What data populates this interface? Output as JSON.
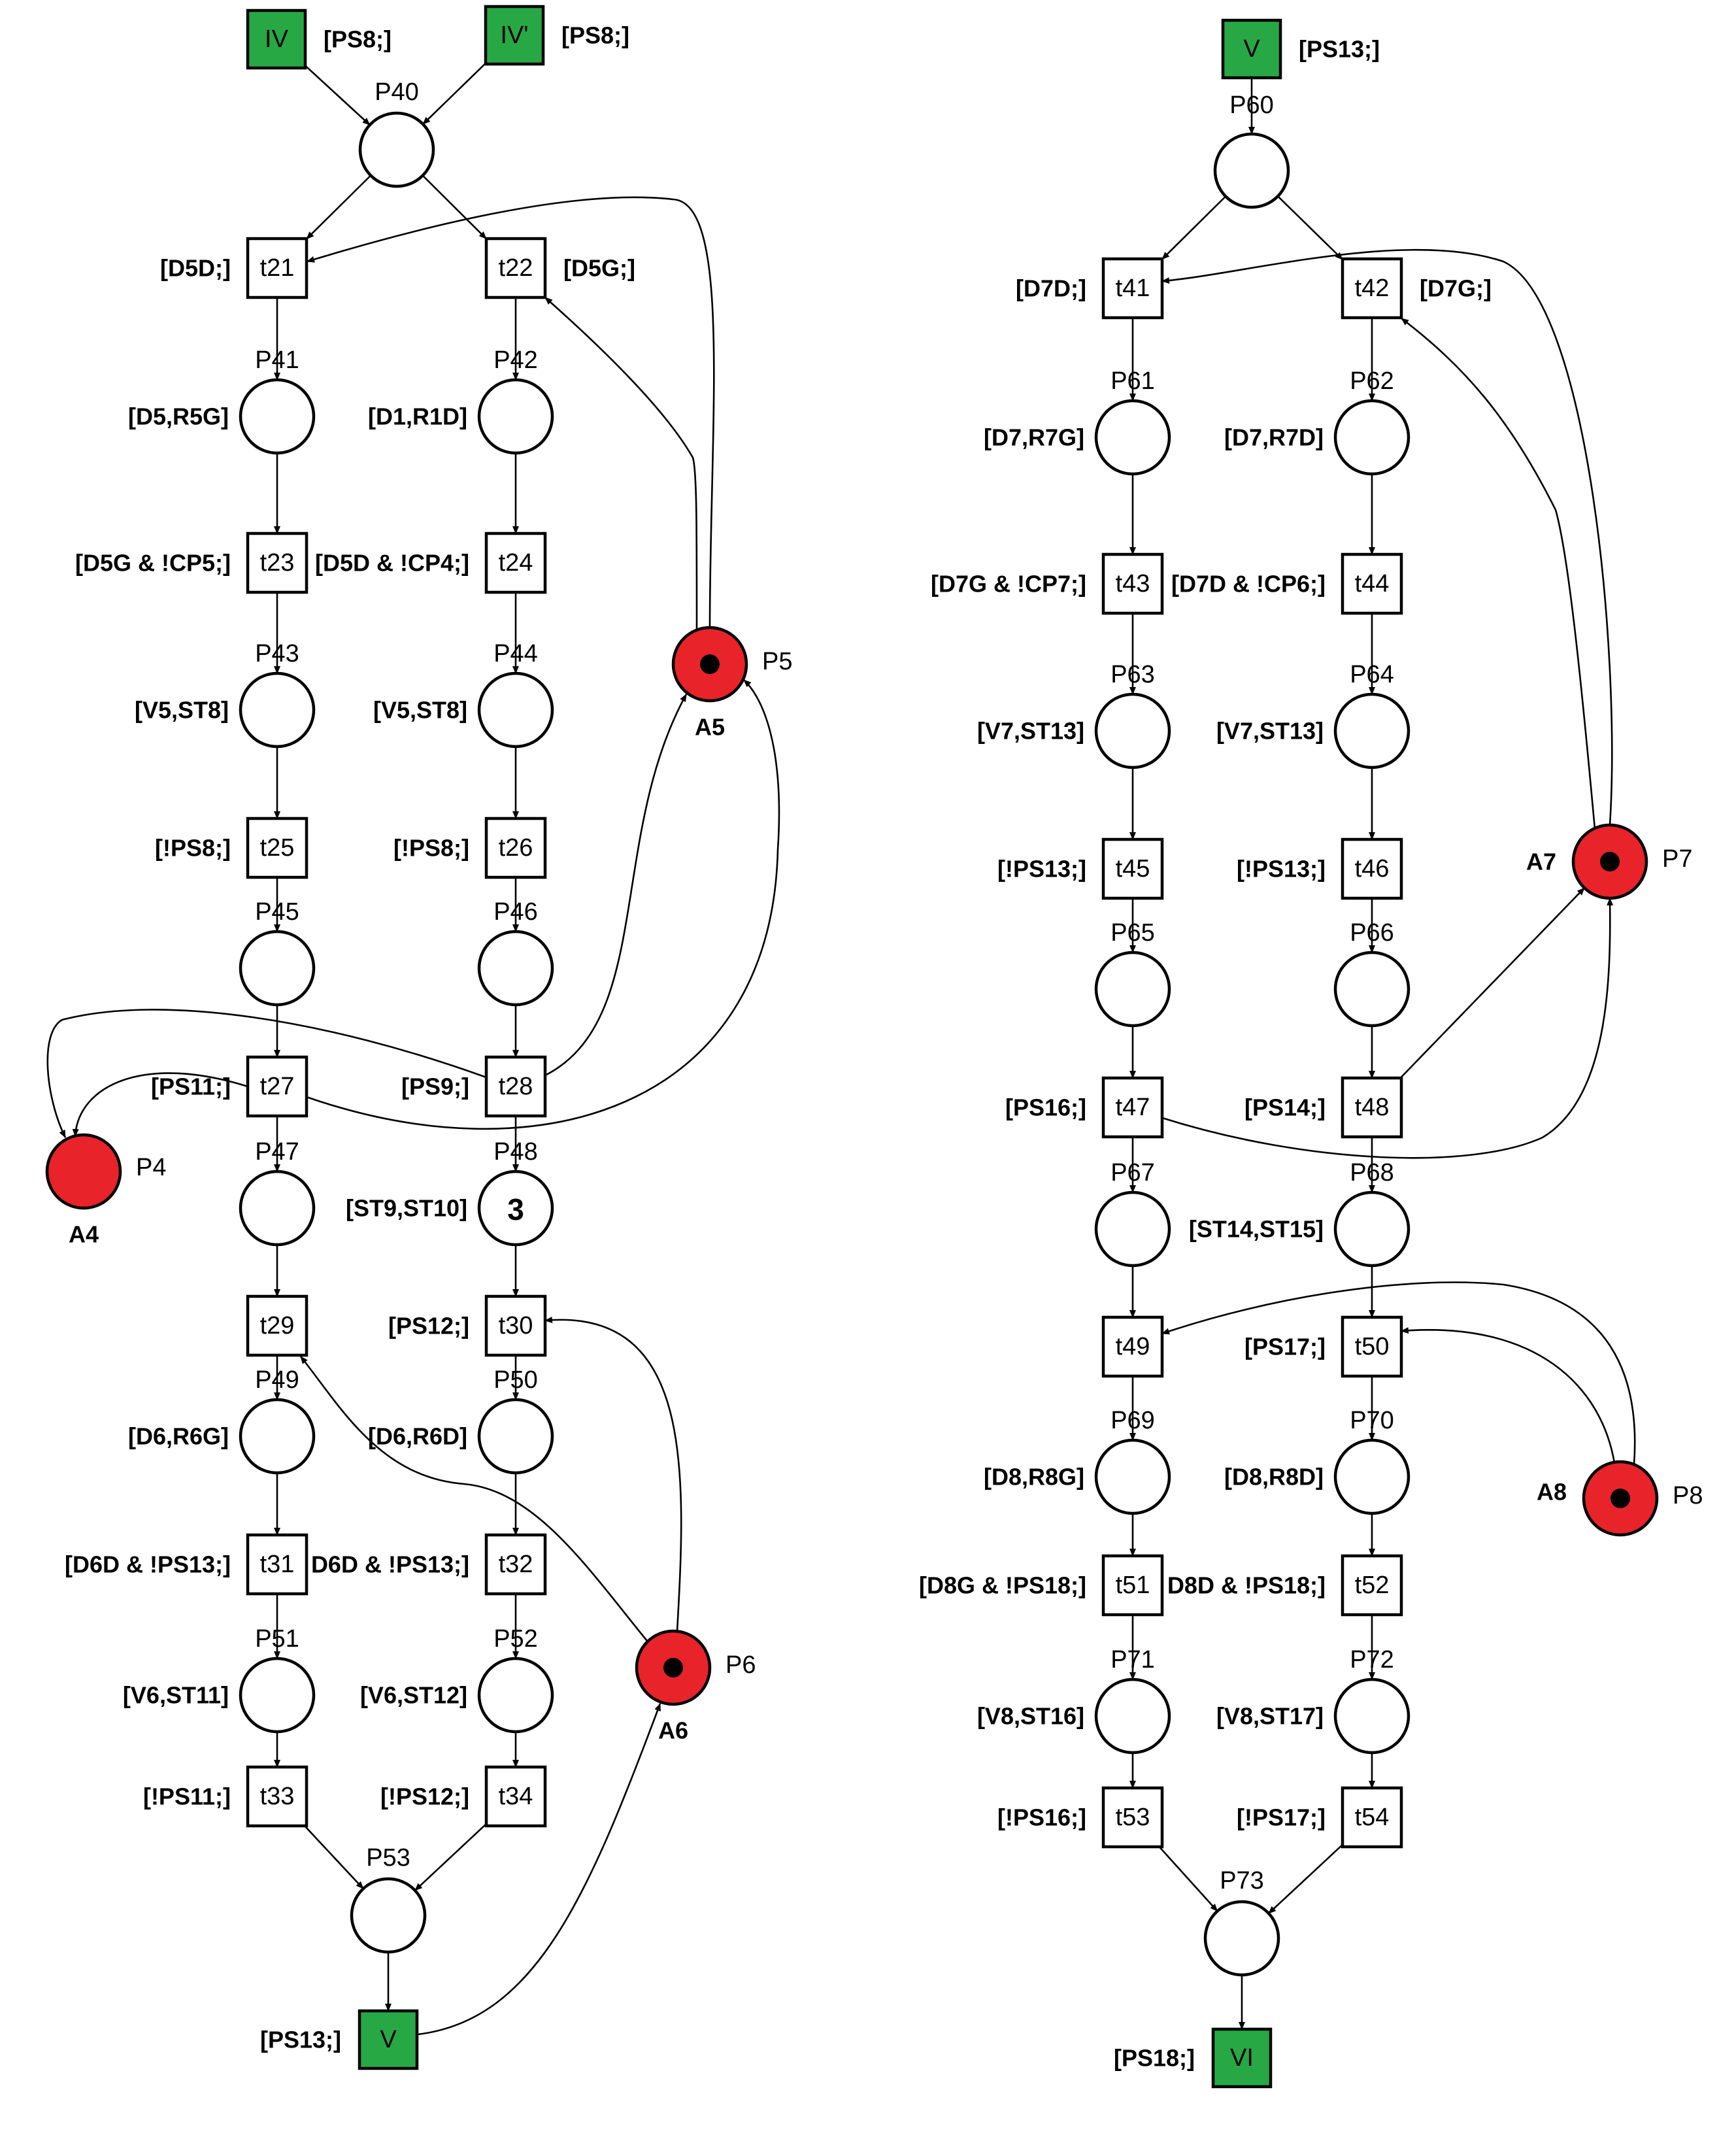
{
  "macro_places": [
    {
      "id": "m_iv",
      "label": "IV",
      "cond": "[PS8;]"
    },
    {
      "id": "m_ivp",
      "label": "IV'",
      "cond": "[PS8;]"
    },
    {
      "id": "m_v1",
      "label": "V",
      "cond": "[PS13;]"
    },
    {
      "id": "m_v2",
      "label": "V",
      "cond": "[PS13;]"
    },
    {
      "id": "m_vi",
      "label": "VI",
      "cond": "[PS18;]"
    }
  ],
  "places": [
    {
      "id": "P40",
      "name": "P40",
      "action": ""
    },
    {
      "id": "P41",
      "name": "P41",
      "action": "[D5,R5G]"
    },
    {
      "id": "P42",
      "name": "P42",
      "action": "[D1,R1D]"
    },
    {
      "id": "P43",
      "name": "P43",
      "action": "[V5,ST8]"
    },
    {
      "id": "P44",
      "name": "P44",
      "action": "[V5,ST8]"
    },
    {
      "id": "P45",
      "name": "P45",
      "action": ""
    },
    {
      "id": "P46",
      "name": "P46",
      "action": ""
    },
    {
      "id": "P47",
      "name": "P47",
      "action": ""
    },
    {
      "id": "P48",
      "name": "P48",
      "action": "[ST9,ST10]",
      "tokens": "3"
    },
    {
      "id": "P49",
      "name": "P49",
      "action": "[D6,R6G]"
    },
    {
      "id": "P50",
      "name": "P50",
      "action": "[D6,R6D]"
    },
    {
      "id": "P51",
      "name": "P51",
      "action": "[V6,ST11]"
    },
    {
      "id": "P52",
      "name": "P52",
      "action": "[V6,ST12]"
    },
    {
      "id": "P53",
      "name": "P53",
      "action": ""
    },
    {
      "id": "P60",
      "name": "P60",
      "action": ""
    },
    {
      "id": "P61",
      "name": "P61",
      "action": "[D7,R7G]"
    },
    {
      "id": "P62",
      "name": "P62",
      "action": "[D7,R7D]"
    },
    {
      "id": "P63",
      "name": "P63",
      "action": "[V7,ST13]"
    },
    {
      "id": "P64",
      "name": "P64",
      "action": "[V7,ST13]"
    },
    {
      "id": "P65",
      "name": "P65",
      "action": ""
    },
    {
      "id": "P66",
      "name": "P66",
      "action": ""
    },
    {
      "id": "P67",
      "name": "P67",
      "action": ""
    },
    {
      "id": "P68",
      "name": "P68",
      "action": "[ST14,ST15]"
    },
    {
      "id": "P69",
      "name": "P69",
      "action": "[D8,R8G]"
    },
    {
      "id": "P70",
      "name": "P70",
      "action": "[D8,R8D]"
    },
    {
      "id": "P71",
      "name": "P71",
      "action": "[V8,ST16]"
    },
    {
      "id": "P72",
      "name": "P72",
      "action": "[V8,ST17]"
    },
    {
      "id": "P73",
      "name": "P73",
      "action": ""
    }
  ],
  "resources": [
    {
      "id": "P4",
      "name": "P4",
      "label": "A4",
      "marked": false
    },
    {
      "id": "P5",
      "name": "P5",
      "label": "A5",
      "marked": true
    },
    {
      "id": "P6",
      "name": "P6",
      "label": "A6",
      "marked": true
    },
    {
      "id": "P7",
      "name": "P7",
      "label": "A7",
      "marked": true
    },
    {
      "id": "P8",
      "name": "P8",
      "label": "A8",
      "marked": true
    }
  ],
  "transitions": [
    {
      "id": "t21",
      "name": "t21",
      "cond": "[D5D;]"
    },
    {
      "id": "t22",
      "name": "t22",
      "cond": "[D5G;]"
    },
    {
      "id": "t23",
      "name": "t23",
      "cond": "[D5G & !CP5;]"
    },
    {
      "id": "t24",
      "name": "t24",
      "cond": "[D5D & !CP4;]"
    },
    {
      "id": "t25",
      "name": "t25",
      "cond": "[!PS8;]"
    },
    {
      "id": "t26",
      "name": "t26",
      "cond": "[!PS8;]"
    },
    {
      "id": "t27",
      "name": "t27",
      "cond": "[PS11;]"
    },
    {
      "id": "t28",
      "name": "t28",
      "cond": "[PS9;]"
    },
    {
      "id": "t29",
      "name": "t29",
      "cond": ""
    },
    {
      "id": "t30",
      "name": "t30",
      "cond": "[PS12;]"
    },
    {
      "id": "t31",
      "name": "t31",
      "cond": "[D6D & !PS13;]"
    },
    {
      "id": "t32",
      "name": "t32",
      "cond": "D6D & !PS13;]"
    },
    {
      "id": "t33",
      "name": "t33",
      "cond": "[!PS11;]"
    },
    {
      "id": "t34",
      "name": "t34",
      "cond": "[!PS12;]"
    },
    {
      "id": "t41",
      "name": "t41",
      "cond": "[D7D;]"
    },
    {
      "id": "t42",
      "name": "t42",
      "cond": "[D7G;]"
    },
    {
      "id": "t43",
      "name": "t43",
      "cond": "[D7G & !CP7;]"
    },
    {
      "id": "t44",
      "name": "t44",
      "cond": "[D7D & !CP6;]"
    },
    {
      "id": "t45",
      "name": "t45",
      "cond": "[!PS13;]"
    },
    {
      "id": "t46",
      "name": "t46",
      "cond": "[!PS13;]"
    },
    {
      "id": "t47",
      "name": "t47",
      "cond": "[PS16;]"
    },
    {
      "id": "t48",
      "name": "t48",
      "cond": "[PS14;]"
    },
    {
      "id": "t49",
      "name": "t49",
      "cond": ""
    },
    {
      "id": "t50",
      "name": "t50",
      "cond": "[PS17;]"
    },
    {
      "id": "t51",
      "name": "t51",
      "cond": "[D8G & !PS18;]"
    },
    {
      "id": "t52",
      "name": "t52",
      "cond": "D8D & !PS18;]"
    },
    {
      "id": "t53",
      "name": "t53",
      "cond": "[!PS16;]"
    },
    {
      "id": "t54",
      "name": "t54",
      "cond": "[!PS17;]"
    }
  ],
  "colors": {
    "resource_place": "#e8232a",
    "macro_place": "#27a845",
    "line": "#000000"
  }
}
